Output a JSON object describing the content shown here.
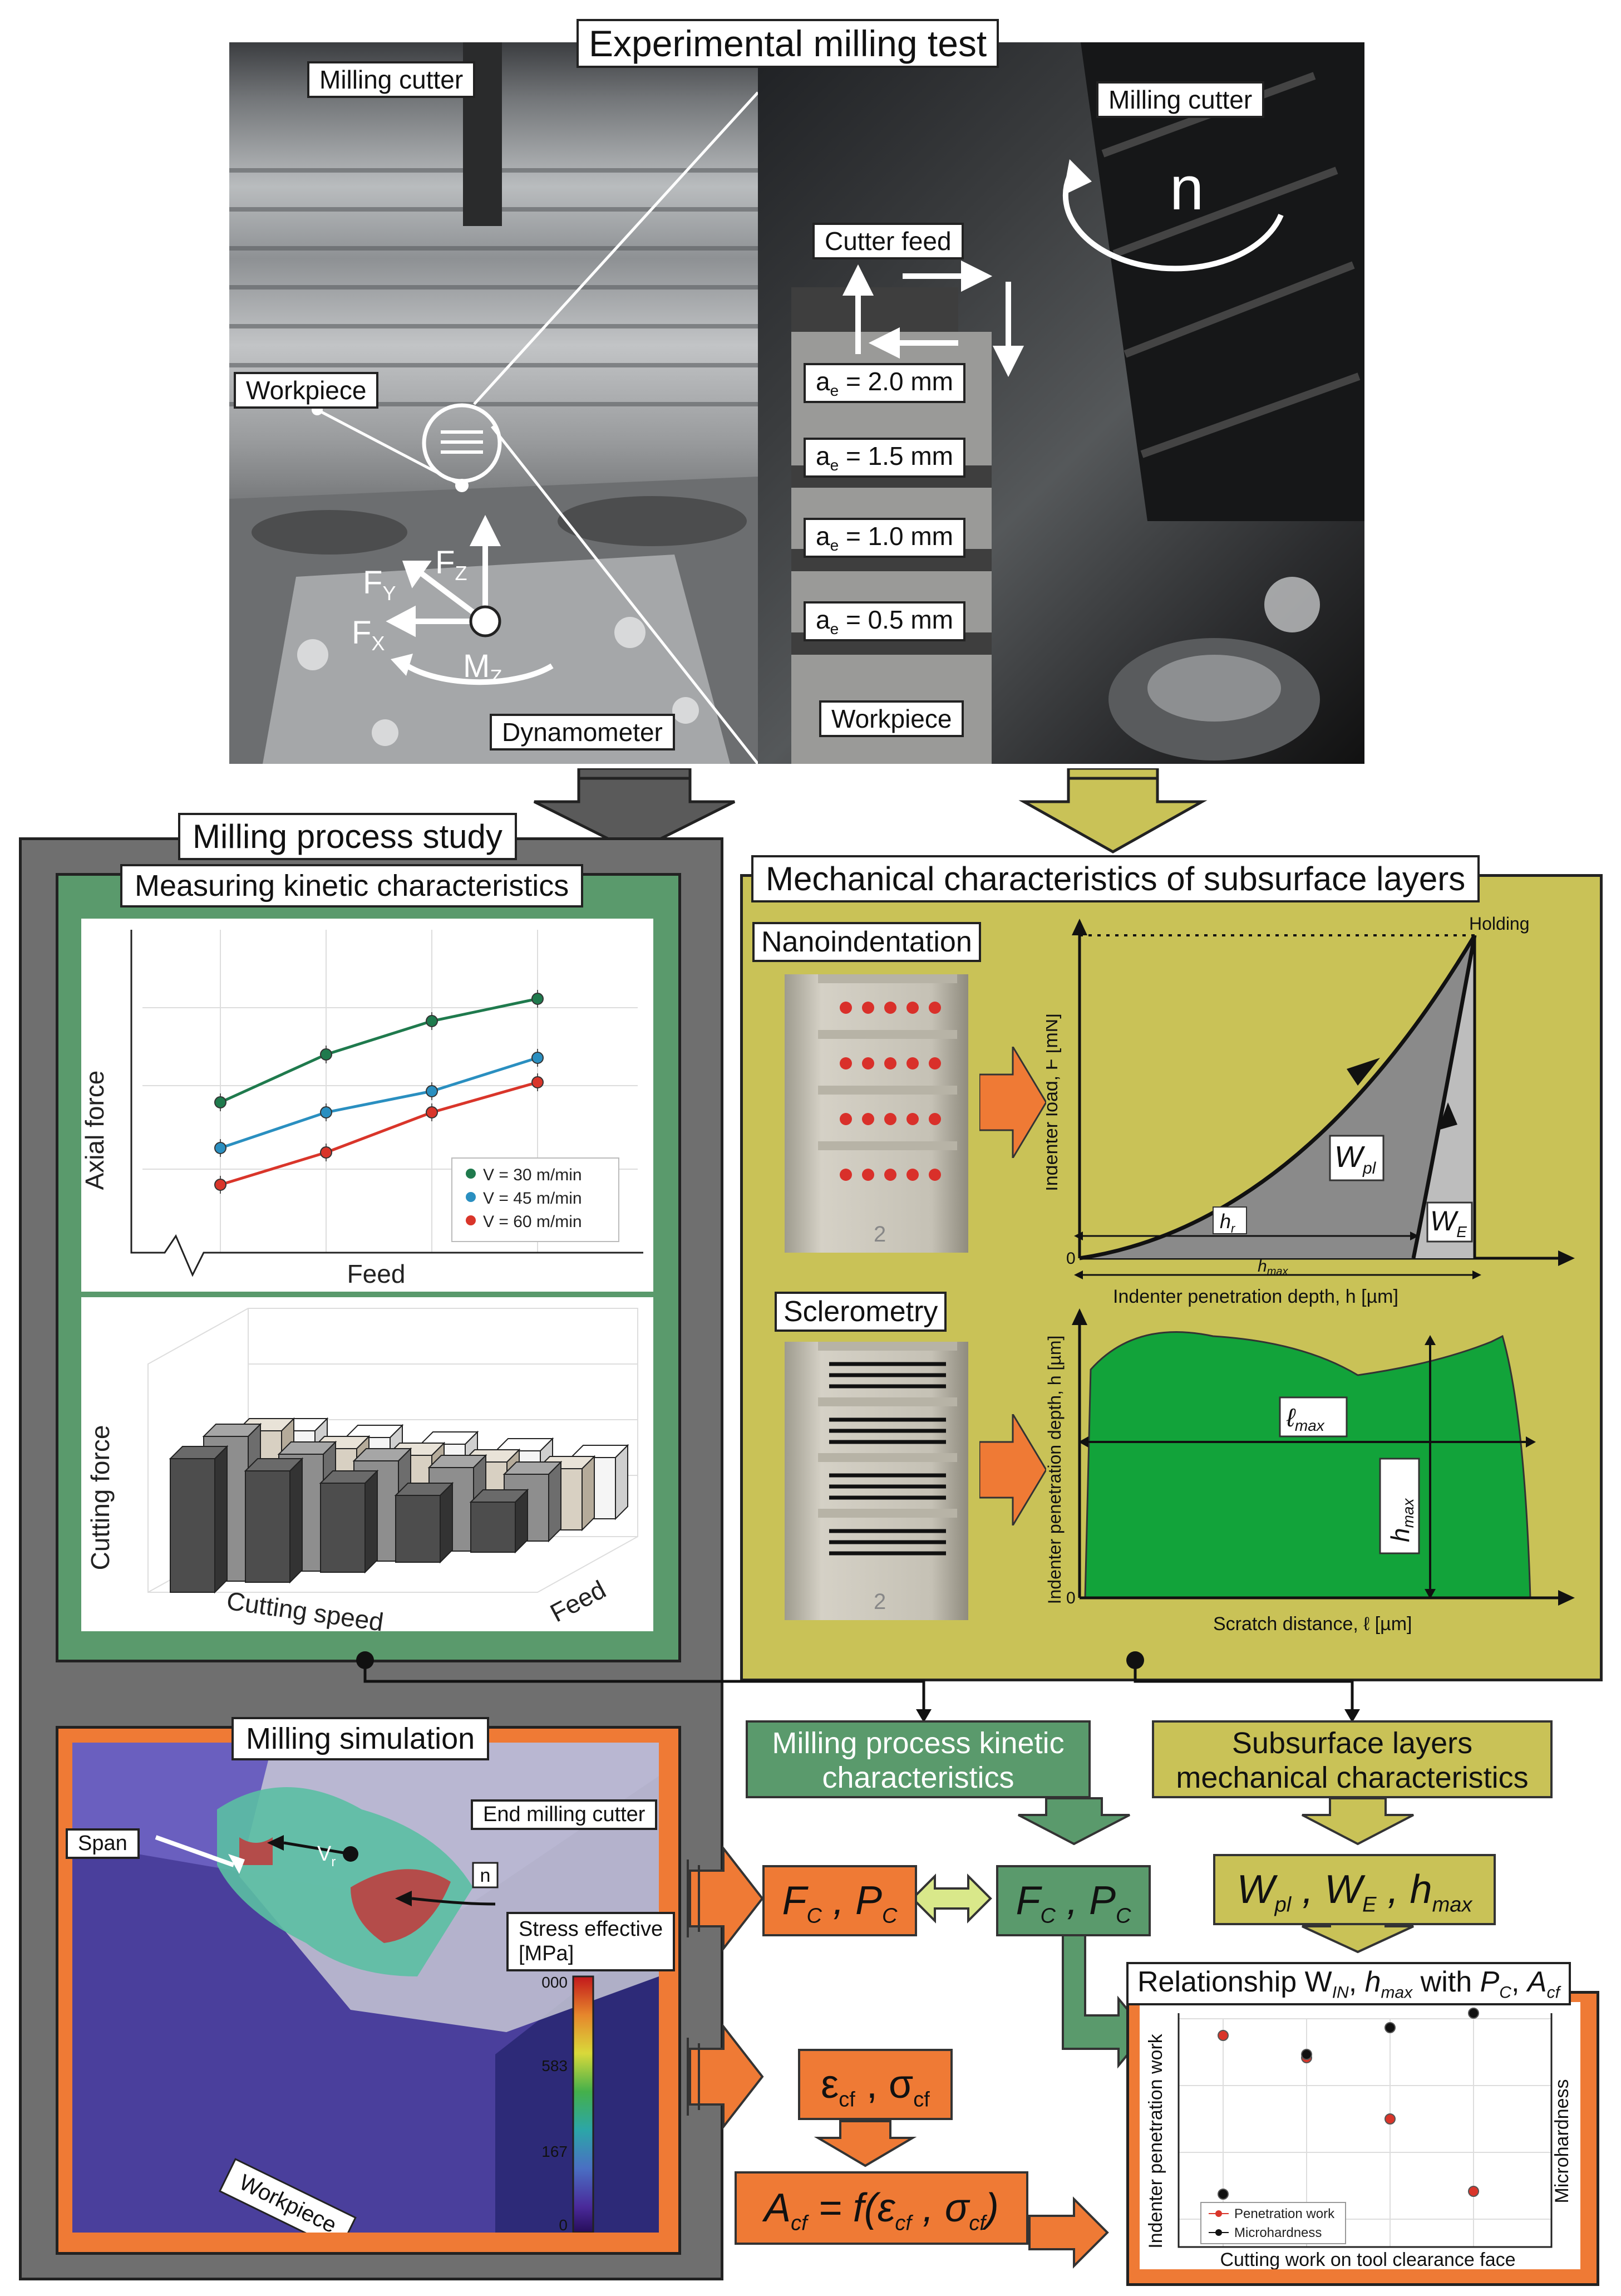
{
  "top": {
    "title": "Experimental milling test",
    "left_photo_labels": {
      "milling_cutter": "Milling cutter",
      "workpiece": "Workpiece",
      "dynamometer": "Dynamometer",
      "fz": "F",
      "fz_sub": "Z",
      "fy": "F",
      "fy_sub": "Y",
      "fx": "F",
      "fx_sub": "X",
      "mz": "M",
      "mz_sub": "Z"
    },
    "right_photo_labels": {
      "milling_cutter": "Milling cutter",
      "n": "n",
      "cutter_feed": "Cutter feed",
      "ae": [
        {
          "sym": "a",
          "sub": "e",
          "val": " = 2.0 mm"
        },
        {
          "sym": "a",
          "sub": "e",
          "val": " = 1.5 mm"
        },
        {
          "sym": "a",
          "sub": "e",
          "val": " = 1.0 mm"
        },
        {
          "sym": "a",
          "sub": "e",
          "val": " = 0.5 mm"
        }
      ],
      "workpiece": "Workpiece"
    }
  },
  "milling_study": {
    "title": "Milling process study",
    "kinetic_title": "Measuring kinetic characteristics",
    "axial_chart": {
      "ylabel": "Axial force",
      "xlabel": "Feed",
      "legend": [
        "V = 30 m/min",
        "V = 45 m/min",
        "V = 60 m/min"
      ]
    },
    "bar_chart": {
      "ylabel": "Cutting force",
      "xlabel": "Cutting speed",
      "zlabel": "Feed"
    }
  },
  "subsurface": {
    "title": "Mechanical characteristics of subsurface layers",
    "nano_title": "Nanoindentation",
    "nano_chart": {
      "ylabel": "Indenter load, F [mN]",
      "xlabel": "Indenter penetration depth, h [µm]",
      "holding": "Holding",
      "zero": "0",
      "wpl": "W",
      "wpl_sub": "pl",
      "we": "W",
      "we_sub": "E",
      "hr": "h",
      "hr_sub": "r",
      "hmax": "h",
      "hmax_sub": "max"
    },
    "sclero_title": "Sclerometry",
    "sclero_chart": {
      "ylabel": "Indenter penetration depth, h [µm]",
      "xlabel": "Scratch distance, ℓ [µm]",
      "zero": "0",
      "lmax": "ℓ",
      "lmax_sub": "max",
      "hmax": "h",
      "hmax_sub": "max"
    },
    "sample_number": "2"
  },
  "simulation": {
    "title": "Milling simulation",
    "end_mill": "End milling cutter",
    "n": "n",
    "span": "Span",
    "vr": "V",
    "vr_sub": "r",
    "stress": "Stress effective",
    "stress_unit": "[MPa]",
    "colorbar_ticks": [
      "000",
      "583",
      "167",
      "0"
    ],
    "workpiece": "Workpiece"
  },
  "flow": {
    "kinetic_box": "Milling process kinetic characteristics",
    "subsurface_box": "Subsurface layers mechanical characteristics",
    "fc_pc": "F",
    "eps_sigma": "ε",
    "acf_formula": "f(ε",
    "relationship_title": "Relationship W",
    "relationship_chart": {
      "ylabel_left": "Indenter penetration work",
      "ylabel_right": "Microhardness",
      "xlabel": "Cutting work on tool clearance face",
      "legend": [
        "Penetration work",
        "Microhardness"
      ]
    }
  },
  "colors": {
    "green_panel": "#5a9a6c",
    "olive_panel": "#c9c257",
    "gray_panel": "#6f6f6f",
    "orange": "#ef7a35",
    "series_30": "#1f7a4d",
    "series_45": "#2a8fc0",
    "series_60": "#d9352a"
  }
}
